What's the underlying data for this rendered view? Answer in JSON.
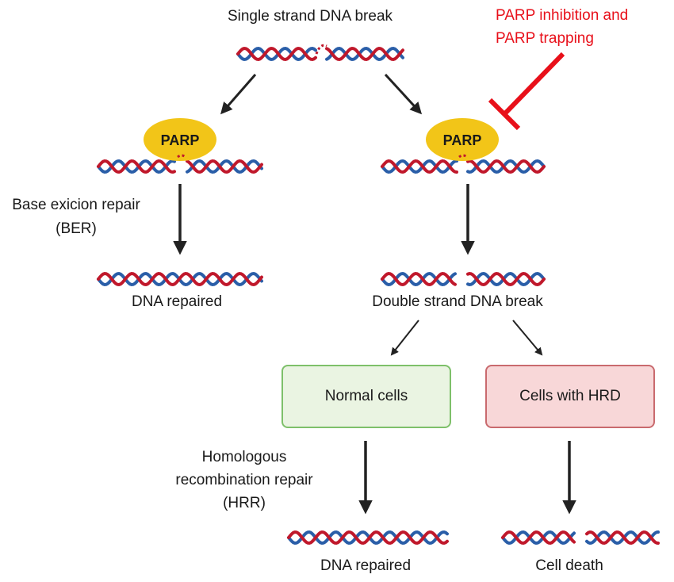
{
  "labels": {
    "single_strand_break": "Single strand DNA break",
    "parp_inhibition": [
      "PARP inhibition and",
      "PARP trapping"
    ],
    "parp_left": "PARP",
    "parp_right": "PARP",
    "ber": [
      "Base exicion repair",
      "(BER)"
    ],
    "dna_repaired_left": "DNA repaired",
    "double_strand_break": "Double strand DNA break",
    "normal_cells": "Normal cells",
    "cells_hrd": "Cells with HRD",
    "hrr": [
      "Homologous",
      "recombination repair",
      "(HRR)"
    ],
    "dna_repaired_bottom": "DNA repaired",
    "cell_death": "Cell death"
  },
  "colors": {
    "strand_red": "#c0182b",
    "strand_blue": "#2a5ea8",
    "parp_fill": "#f2c518",
    "inhibit_red": "#e8101a",
    "arrow": "#222222"
  }
}
